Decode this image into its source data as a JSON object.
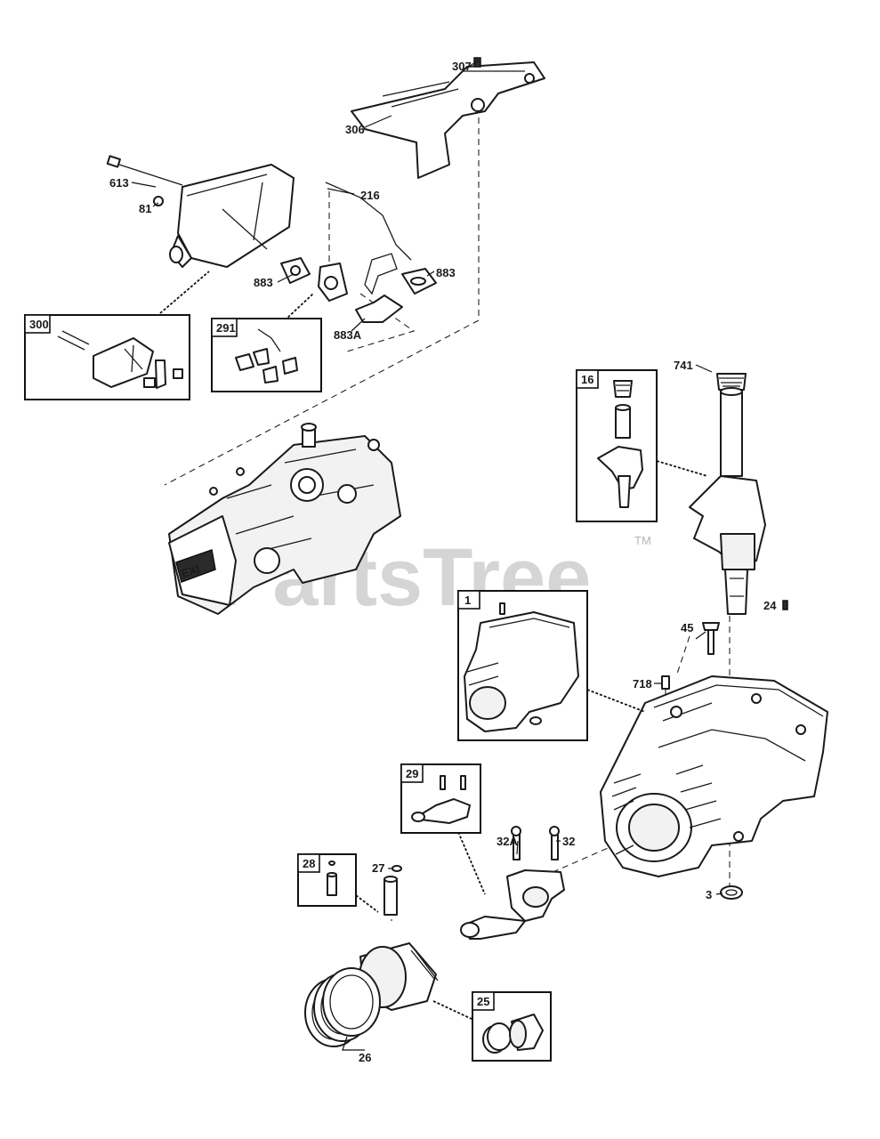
{
  "watermark": {
    "text": "PartsTree",
    "trademark": "TM"
  },
  "callouts": {
    "c307": "307",
    "c306": "306",
    "c613": "613",
    "c81": "81",
    "c216": "216",
    "c883a": "883",
    "c883b": "883",
    "c883A": "883A",
    "c741": "741",
    "c24": "24",
    "c45": "45",
    "c718": "718",
    "c32A": "32A",
    "c32": "32",
    "c27": "27",
    "c3": "3",
    "c26": "26"
  },
  "kit_boxes": {
    "k300": "300",
    "k291": "291",
    "k16": "16",
    "k1": "1",
    "k29": "29",
    "k28": "28",
    "k25": "25"
  },
  "engine_badge": {
    "text": "EXI"
  }
}
